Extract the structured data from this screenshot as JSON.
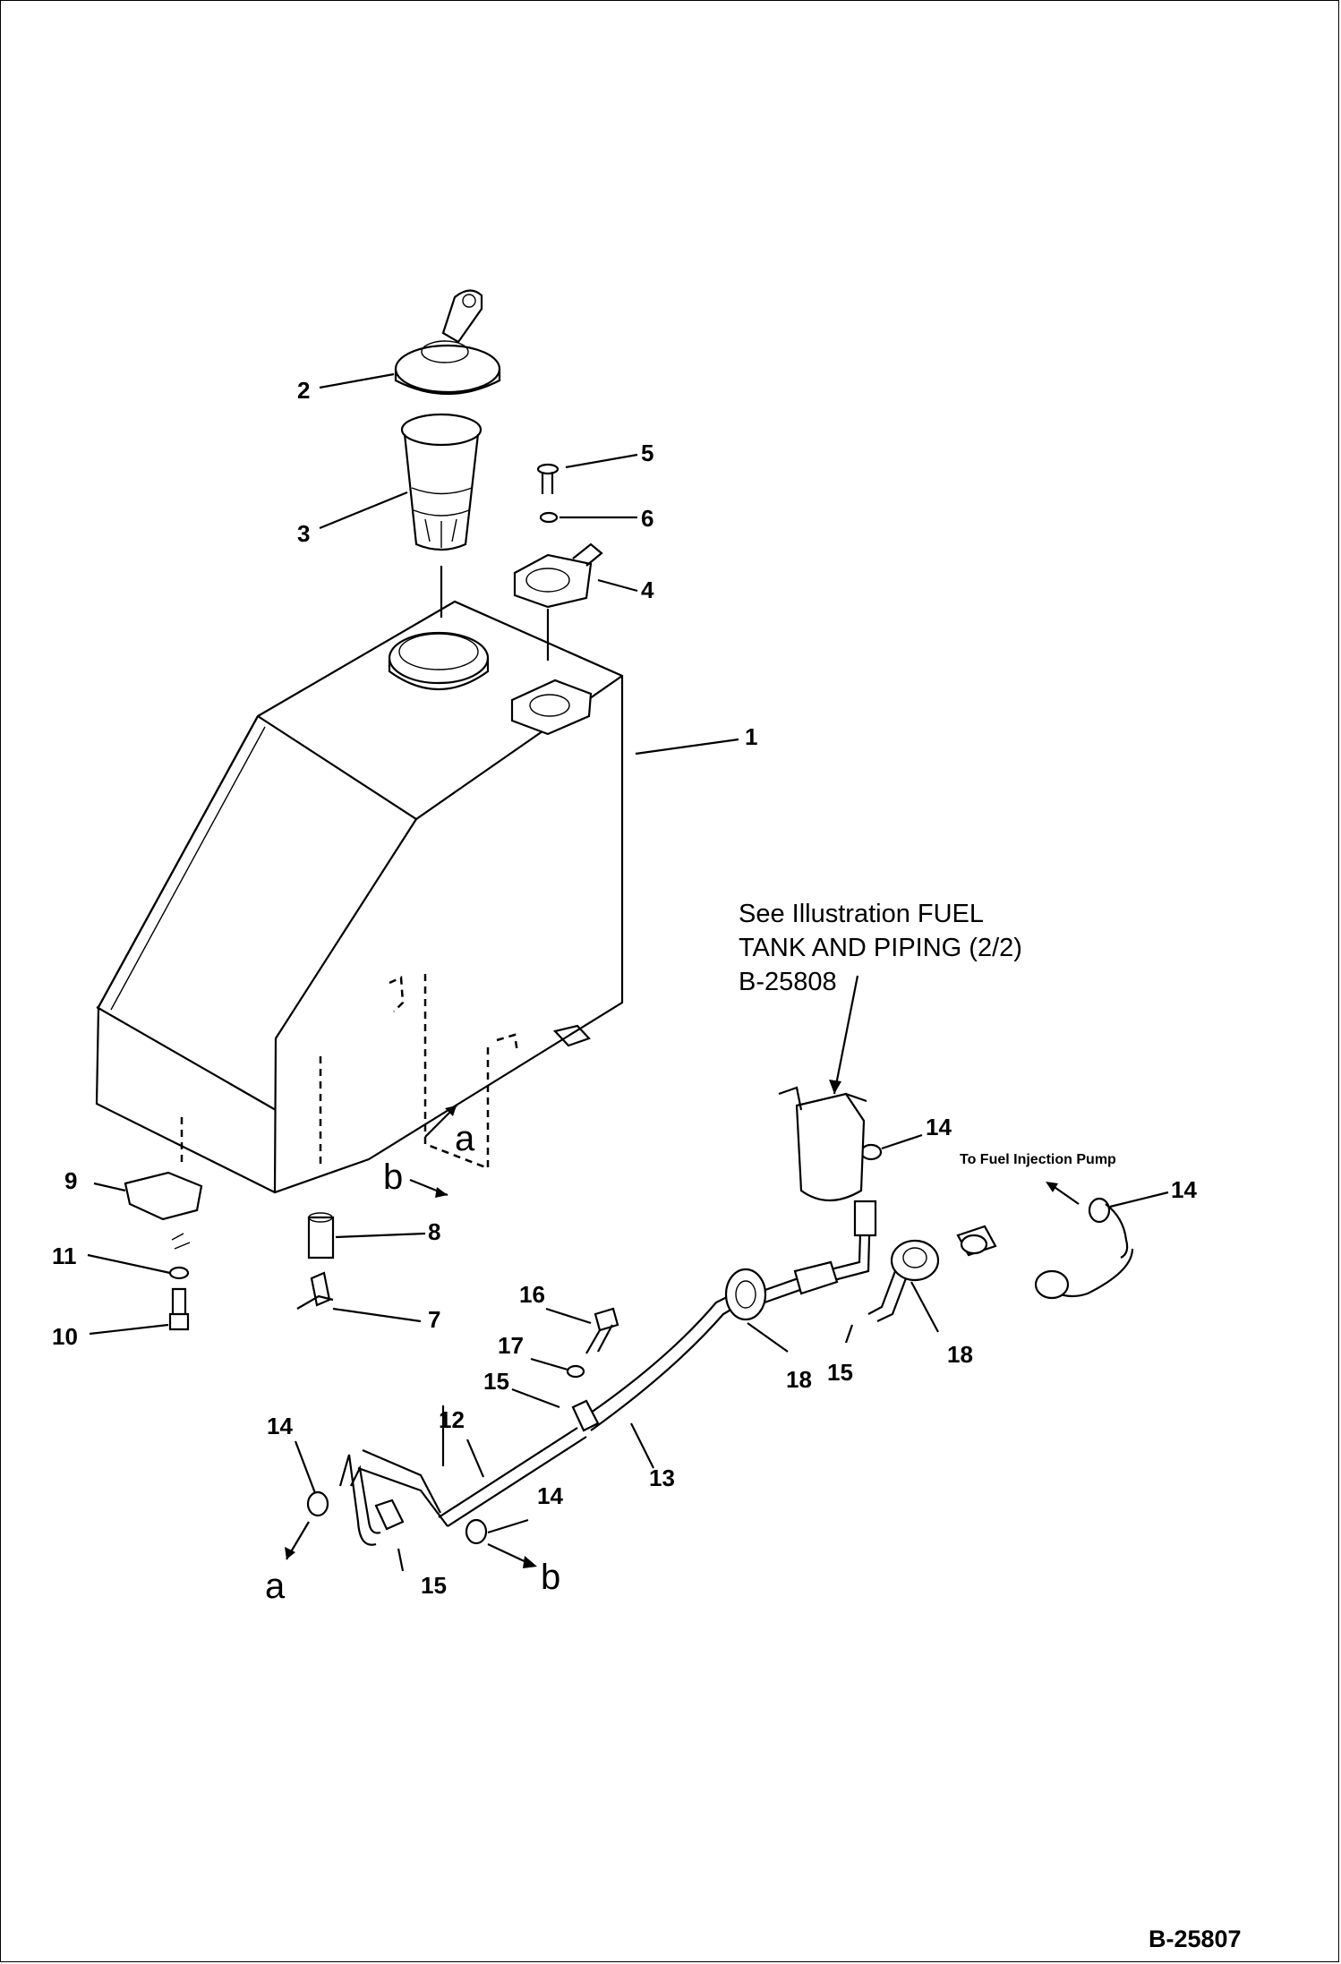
{
  "callouts": {
    "c1": "1",
    "c2": "2",
    "c3": "3",
    "c4": "4",
    "c5": "5",
    "c6": "6",
    "c7": "7",
    "c8": "8",
    "c9": "9",
    "c10": "10",
    "c11": "11",
    "c12": "12",
    "c13": "13",
    "c14a": "14",
    "c14b": "14",
    "c14c": "14",
    "c14d": "14",
    "c15a": "15",
    "c15b": "15",
    "c15c": "15",
    "c16": "16",
    "c17": "17",
    "c18a": "18",
    "c18b": "18"
  },
  "connection_letters": {
    "a_tank": "a",
    "b_tank": "b",
    "a_pipe": "a",
    "b_pipe": "b"
  },
  "reference_note": {
    "line1": "See Illustration FUEL",
    "line2": "TANK AND PIPING (2/2)",
    "line3": "B-25808"
  },
  "pump_label": "To Fuel Injection Pump",
  "document_number": "B-25807"
}
